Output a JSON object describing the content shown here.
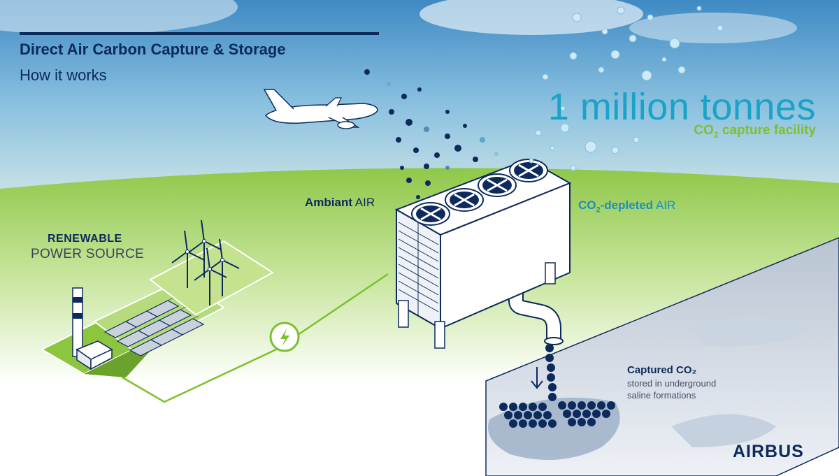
{
  "header": {
    "title": "Direct Air Carbon Capture & Storage",
    "subtitle": "How it works"
  },
  "facility": {
    "headline": "1 million tonnes",
    "caption_prefix": "CO",
    "caption_sub": "2",
    "caption_suffix": " capture facility"
  },
  "labels": {
    "ambient_bold": "Ambiant",
    "ambient_rest": " AIR",
    "depleted_prefix": "CO",
    "depleted_sub": "2",
    "depleted_bold_suffix": "-depleted",
    "depleted_rest": " AIR",
    "renewable_line1": "RENEWABLE",
    "renewable_line2": "POWER SOURCE",
    "captured_title": "Captured CO₂",
    "captured_line1": "stored in underground",
    "captured_line2": "saline formations"
  },
  "brand": {
    "logo": "AIRBUS"
  },
  "colors": {
    "navy": "#0d2a5c",
    "teal": "#1aa3c8",
    "green": "#7cc12d",
    "sky_top": "#4a93c9",
    "field": "#9fd05a"
  },
  "icons": {
    "power": "lightning-bolt-icon",
    "plane": "airplane-icon",
    "fan": "fan-icon"
  }
}
